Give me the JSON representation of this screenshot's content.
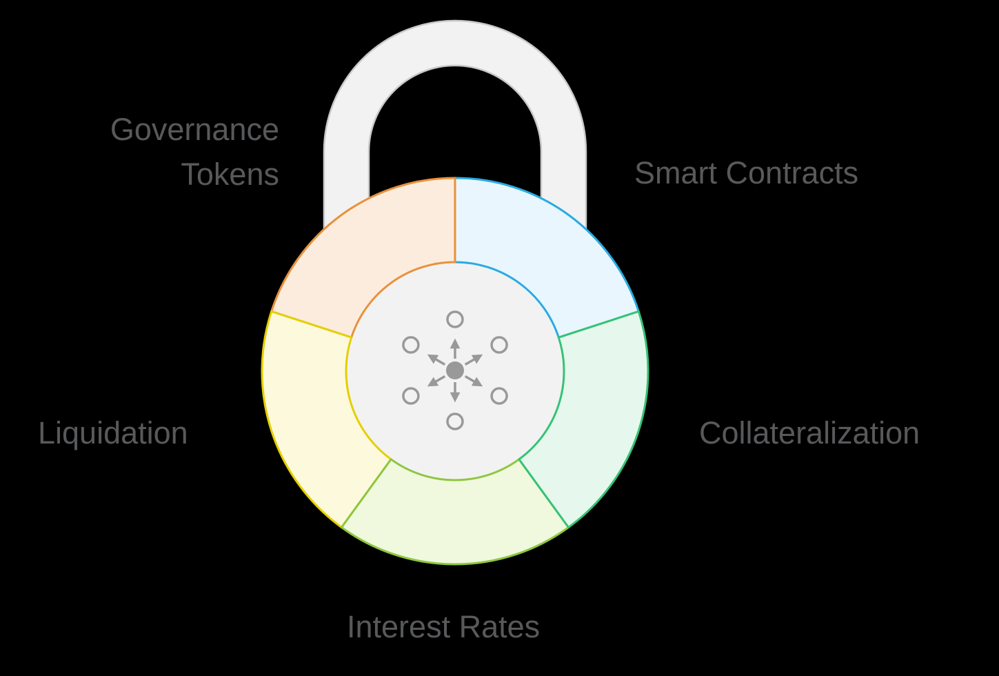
{
  "colors": {
    "background": "#000000",
    "shackle_fill": "#f2f2f2",
    "shackle_stroke": "#c9c9c9",
    "inner_circle_fill": "#f2f2f2",
    "hub_icon": "#999999",
    "label_text": "#58595b"
  },
  "labels": {
    "governance_tokens": {
      "line1": "Governance",
      "line2": "Tokens"
    },
    "smart_contracts": "Smart Contracts",
    "collateralization": "Collateralization",
    "interest_rates": "Interest Rates",
    "liquidation": "Liquidation"
  },
  "segments": [
    {
      "id": "smart-contracts",
      "label": "Smart Contracts",
      "start_angle": 18,
      "end_angle": 90,
      "fill": "#e9f6fd",
      "stroke": "#29abe2"
    },
    {
      "id": "governance-tokens",
      "label": "Governance Tokens",
      "start_angle": 90,
      "end_angle": 162,
      "fill": "#fcecdd",
      "stroke": "#e8913c"
    },
    {
      "id": "liquidation",
      "label": "Liquidation",
      "start_angle": 162,
      "end_angle": 234,
      "fill": "#fdf9dc",
      "stroke": "#e4cf00"
    },
    {
      "id": "interest-rates",
      "label": "Interest Rates",
      "start_angle": 234,
      "end_angle": 306,
      "fill": "#f0f8de",
      "stroke": "#8ec63f"
    },
    {
      "id": "collateralization",
      "label": "Collateralization",
      "start_angle": 306,
      "end_angle": 378,
      "fill": "#e6f8ed",
      "stroke": "#36c275"
    }
  ],
  "icon": {
    "name": "network-hub-icon",
    "node_count": 6
  }
}
